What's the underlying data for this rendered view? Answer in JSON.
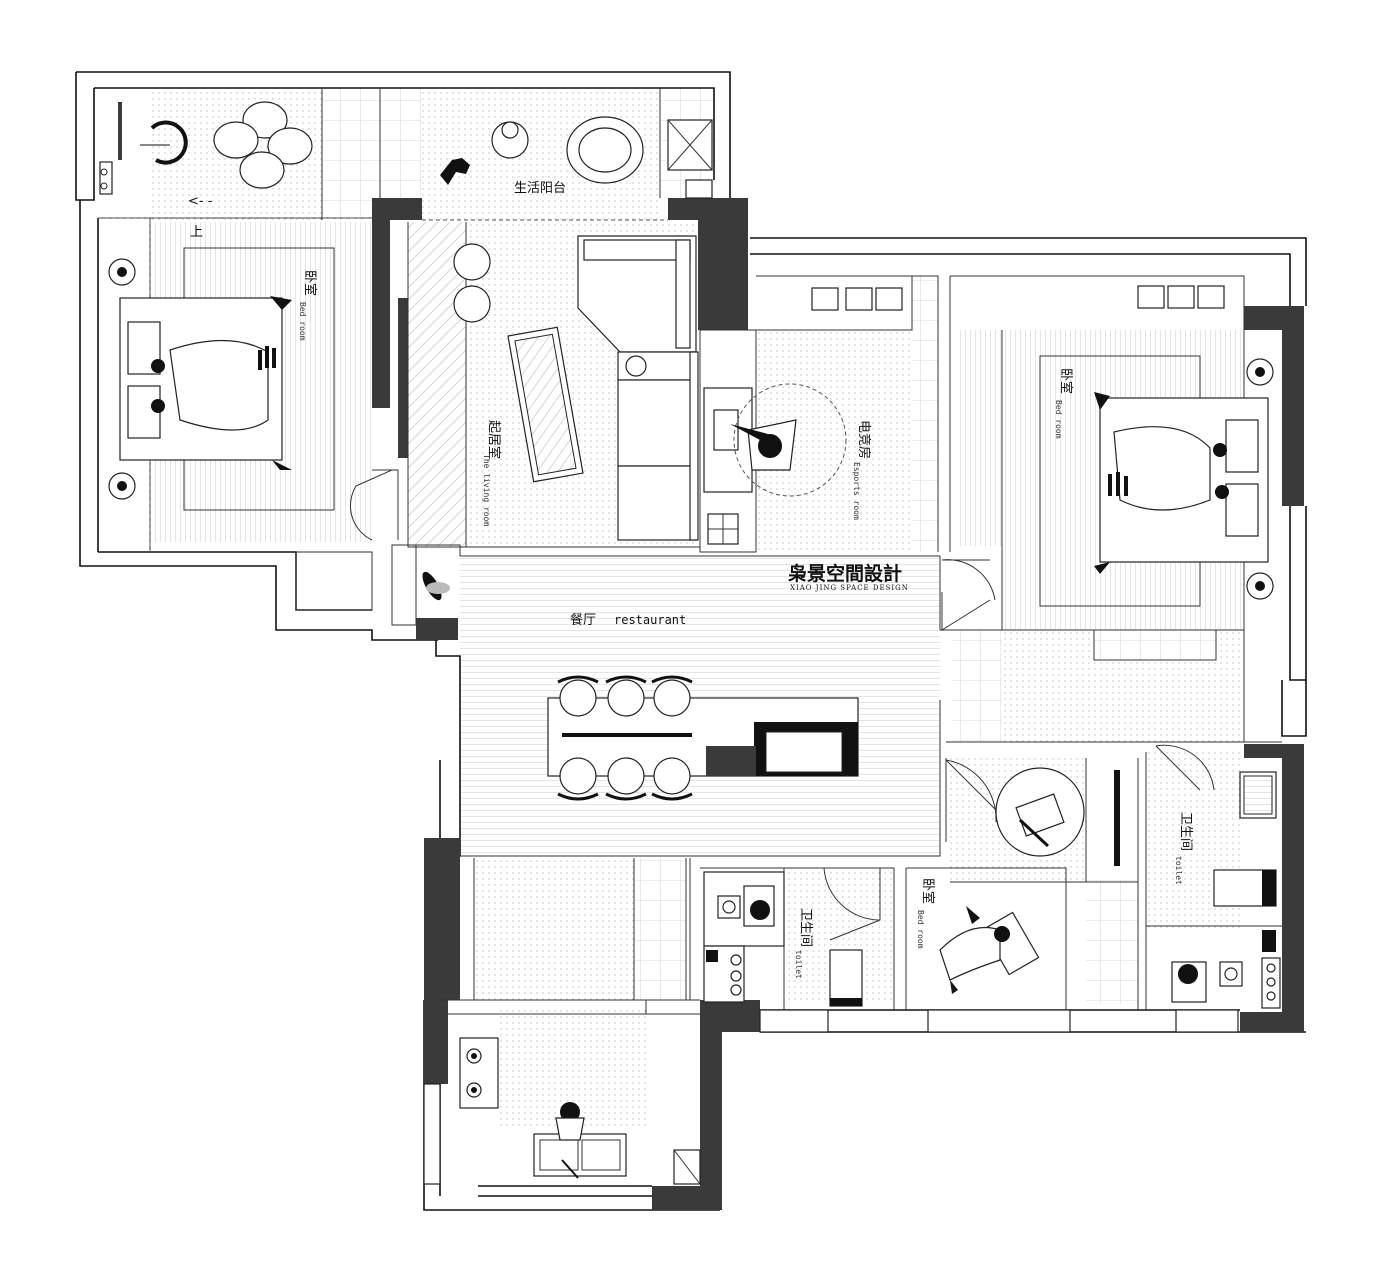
{
  "brand": {
    "name": "枭景空間設計",
    "subtitle": "XIAO JING SPACE DESIGN"
  },
  "rooms": {
    "balcony": {
      "cn": "生活阳台"
    },
    "stairs": {
      "cn": "上"
    },
    "bedroom_left": {
      "cn": "卧室",
      "en": "Bed room"
    },
    "living": {
      "cn": "起居室",
      "en": "The living room"
    },
    "esports": {
      "cn": "电竞房",
      "en": "Esports room"
    },
    "bedroom_right": {
      "cn": "卧室",
      "en": "Bed room"
    },
    "restaurant": {
      "cn": "餐厅",
      "en": "restaurant"
    },
    "toilet_mid": {
      "cn": "卫生间",
      "en": "toilet"
    },
    "bedroom_small": {
      "cn": "卧室",
      "en": "Bed room"
    },
    "toilet_right": {
      "cn": "卫生间",
      "en": "toilet"
    }
  },
  "colors": {
    "wall": "#3a3a3a",
    "line": "#111111",
    "background": "#ffffff"
  }
}
